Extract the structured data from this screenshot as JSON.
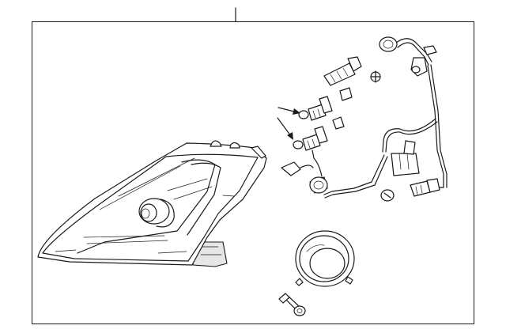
{
  "diagram": {
    "type": "exploded-parts-diagram",
    "background": "#ffffff",
    "line_color": "#1a1a1a",
    "parts": [
      {
        "name": "headlamp-assembly",
        "icon": "headlamp-icon"
      },
      {
        "name": "projector-lens",
        "icon": "lens-icon"
      },
      {
        "name": "bulb-high-beam",
        "icon": "bulb-icon"
      },
      {
        "name": "bulb-low-beam",
        "icon": "bulb-icon"
      },
      {
        "name": "bulb-side-marker",
        "icon": "bulb-icon"
      },
      {
        "name": "bulb-park",
        "icon": "bulb-icon"
      },
      {
        "name": "bulb-turn",
        "icon": "bulb-icon"
      },
      {
        "name": "wiring-harness",
        "icon": "harness-icon"
      },
      {
        "name": "ballast",
        "icon": "ballast-icon"
      },
      {
        "name": "mounting-bolt",
        "icon": "bolt-icon"
      },
      {
        "name": "clip",
        "icon": "clip-icon"
      }
    ],
    "callout_arrows": 2
  }
}
